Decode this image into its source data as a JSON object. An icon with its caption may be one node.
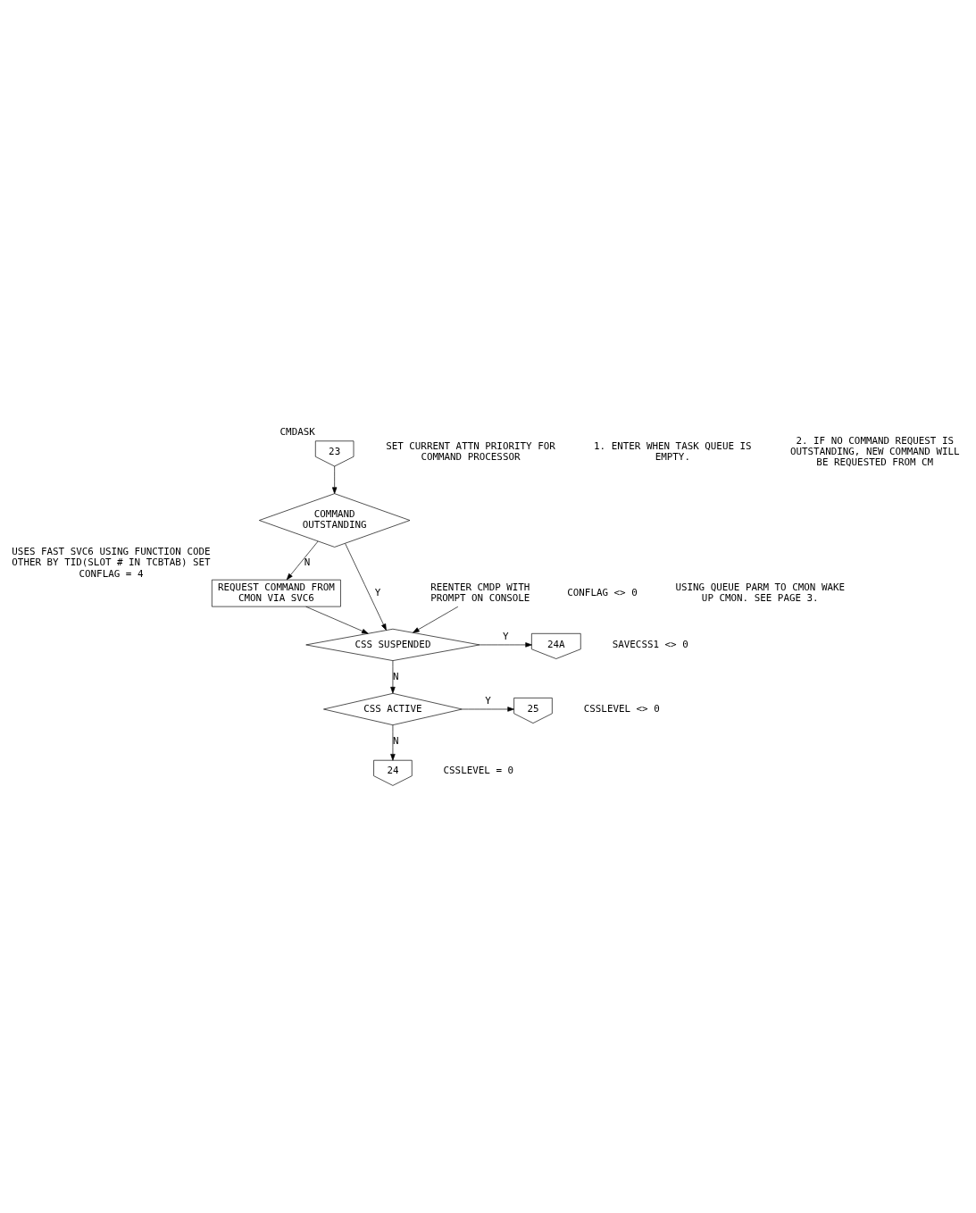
{
  "diagram": {
    "nodes": [
      {
        "text": [
          "23"
        ],
        "beside": [
          "CMDASK"
        ]
      },
      {
        "text": [
          "COMMAND OUTSTANDING"
        ]
      },
      {
        "text": [
          "REQUEST COMMAND FROM CMON VIA SVC6"
        ],
        "beside": [
          "USES FAST SVC6 USING FUNCTION CODE OTHER BY TID(SLOT # IN TCBTAB) SET CONFLAG = 4"
        ]
      },
      {
        "text": [
          "CSS SUSPENDED"
        ]
      },
      {
        "text": [
          "24A"
        ]
      },
      {
        "text": [
          "CSS ACTIVE"
        ]
      },
      {
        "text": [
          "25"
        ]
      },
      {
        "text": [
          "24"
        ]
      },
      {
        "text": [
          "REENTER CMDP WITH PROMPT ON CONSOLE"
        ]
      }
    ],
    "edges": [
      {
        "from": 0,
        "to": 1,
        "arrow": "to"
      },
      {
        "from": 1,
        "to": 3,
        "arrow": "to",
        "label": "Y"
      },
      {
        "from": 1,
        "to": 2,
        "arrow": "to",
        "label": "N"
      },
      {
        "from": 2,
        "to": 3,
        "arrow": "to"
      },
      {
        "from": 8,
        "to": 3,
        "arrow": "to"
      },
      {
        "from": 3,
        "to": 4,
        "arrow": "to",
        "label": "Y"
      },
      {
        "from": 3,
        "to": 5,
        "arrow": "to",
        "label": "N"
      },
      {
        "from": 5,
        "to": 6,
        "arrow": "to",
        "label": "Y"
      },
      {
        "from": 5,
        "to": 7,
        "arrow": "to",
        "label": "N"
      }
    ],
    "labels": [
      "SET CURRENT ATTN PRIORITY FOR COMMAND PROCESSOR",
      "1. ENTER WHEN TASK QUEUE IS EMPTY.",
      "2. IF NO COMMAND REQUEST IS OUTSTANDING, NEW COMMAND WILL BE REQUESTED FROM CM",
      "CONFLAG <> 0",
      "USING QUEUE PARM TO CMON WAKE UP CMON. SEE PAGE 3.",
      "SAVECSS1 <> 0",
      "CSSLEVEL <> 0",
      "CSSLEVEL = 0"
    ]
  }
}
